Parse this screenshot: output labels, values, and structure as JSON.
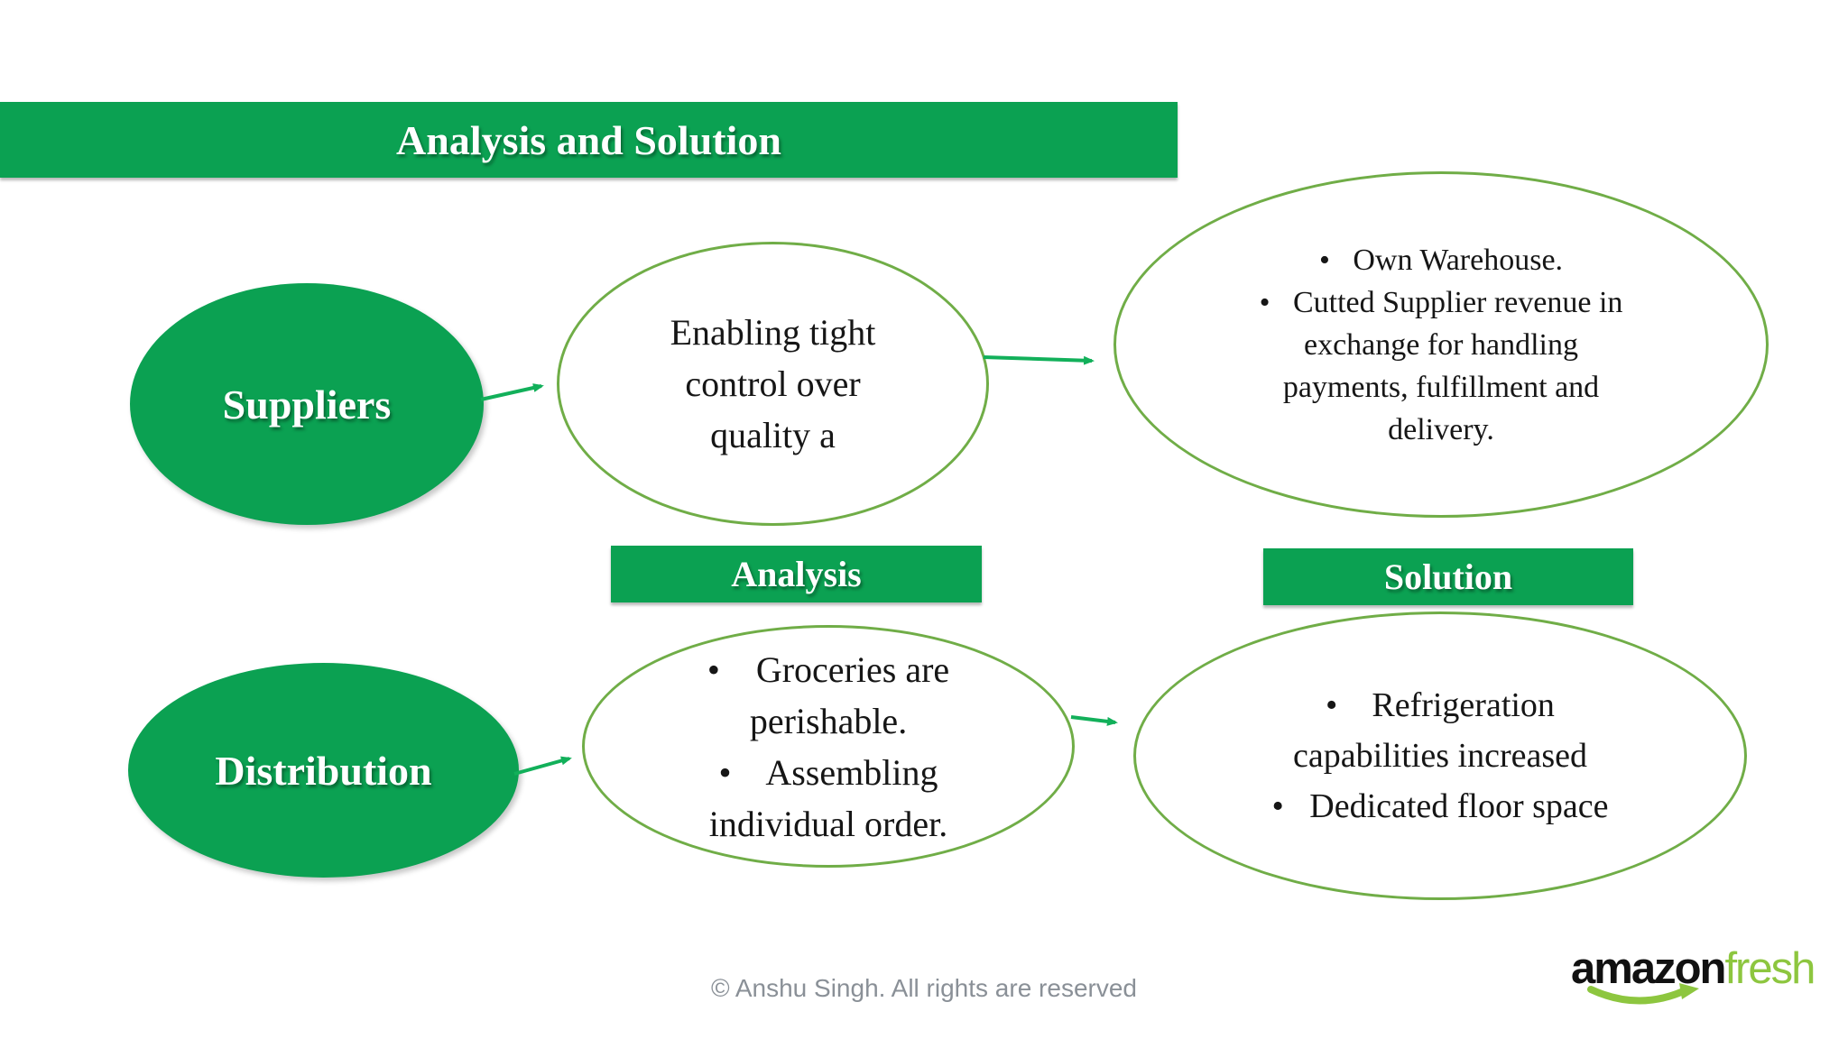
{
  "slide": {
    "title": "Analysis and Solution",
    "footer": "© Anshu Singh. All rights are reserved"
  },
  "row_labels": {
    "analysis": "Analysis",
    "solution": "Solution"
  },
  "nodes": {
    "suppliers": "Suppliers",
    "distribution": "Distribution",
    "supplier_analysis": {
      "lines": [
        "Enabling tight",
        "control over",
        "quality a"
      ]
    },
    "supplier_solution": {
      "lines": [
        "•   Own Warehouse.",
        "•   Cutted Supplier revenue in",
        "exchange for handling",
        "payments, fulfillment and",
        "delivery."
      ]
    },
    "distribution_analysis": {
      "lines": [
        "•    Groceries are",
        "perishable.",
        "•    Assembling",
        "individual order."
      ]
    },
    "distribution_solution": {
      "lines": [
        "•    Refrigeration",
        "capabilities increased",
        "•   Dedicated floor space"
      ]
    }
  },
  "logo": {
    "amazon": "amazon",
    "fresh": "fresh"
  },
  "colors": {
    "green_fill": "#0ba152",
    "ellipse_outline_green": "#70ad47",
    "arrow_green": "#12b05a",
    "logo_green": "#8dc63f",
    "footer_gray": "#8a9097"
  }
}
